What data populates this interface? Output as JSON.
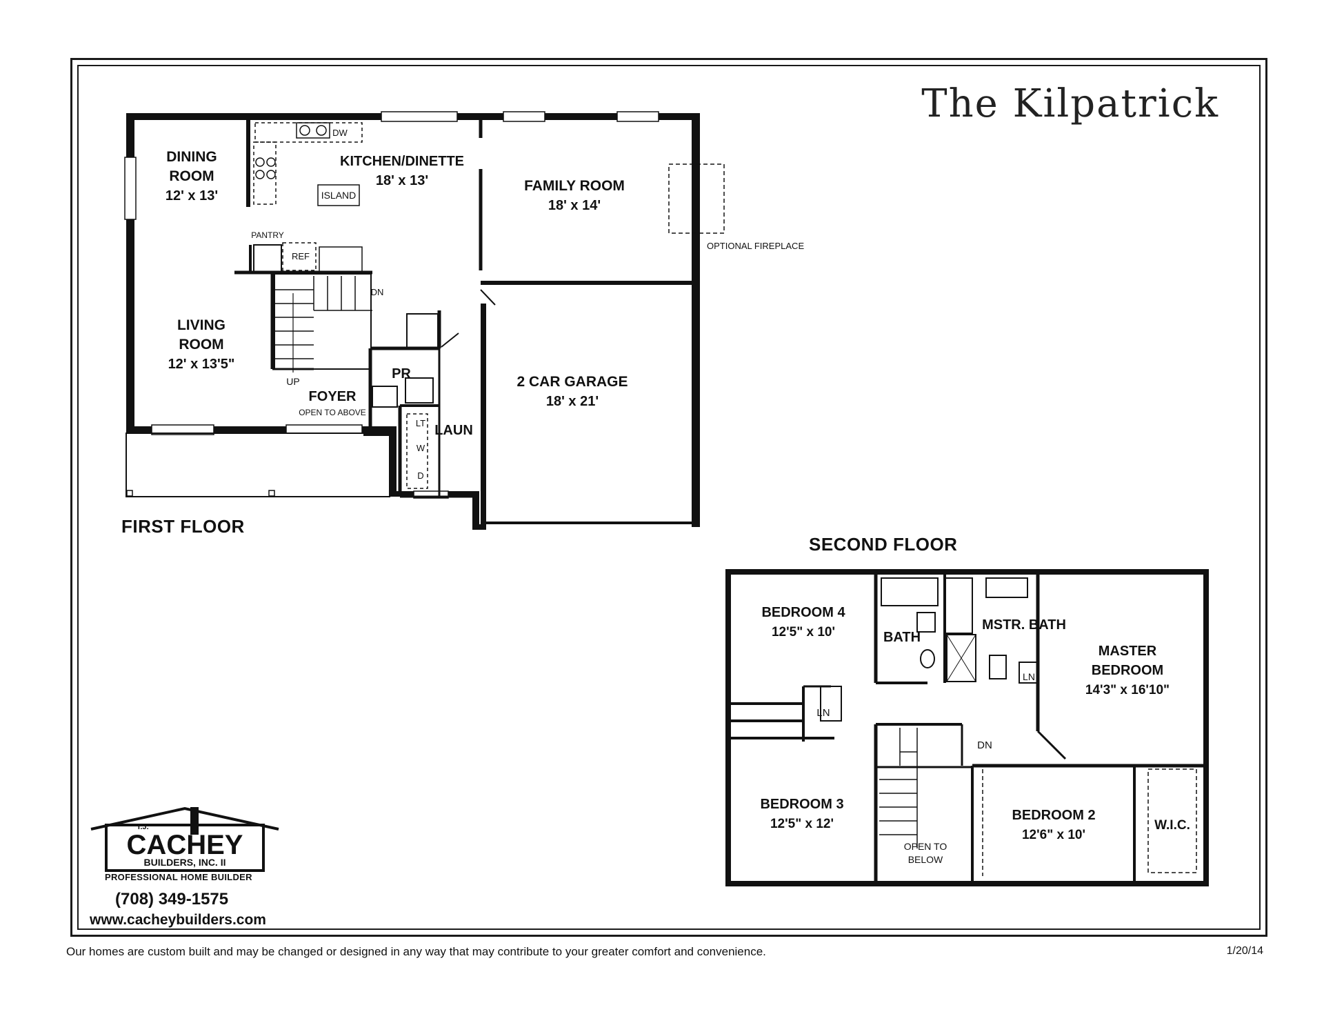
{
  "title": "The Kilpatrick",
  "first_floor": {
    "label": "FIRST FLOOR",
    "rooms": {
      "dining_name": "DINING",
      "dining_name2": "ROOM",
      "dining_size": "12' x 13'",
      "kitchen_name": "KITCHEN/DINETTE",
      "kitchen_size": "18' x 13'",
      "family_name": "FAMILY ROOM",
      "family_size": "18' x 14'",
      "living_name": "LIVING",
      "living_name2": "ROOM",
      "living_size": "12' x 13'5\"",
      "foyer_name": "FOYER",
      "foyer_note": "OPEN TO ABOVE",
      "garage_name": "2 CAR GARAGE",
      "garage_size": "18' x 21'",
      "pr": "PR",
      "laun": "LAUN"
    },
    "fixtures": {
      "dw": "DW",
      "island": "ISLAND",
      "pantry": "PANTRY",
      "ref": "REF",
      "dn": "DN",
      "up": "UP",
      "lt": "LT",
      "w": "W",
      "d": "D",
      "optional_fireplace": "OPTIONAL FIREPLACE"
    }
  },
  "second_floor": {
    "label": "SECOND FLOOR",
    "rooms": {
      "bed4_name": "BEDROOM 4",
      "bed4_size": "12'5\" x 10'",
      "bath": "BATH",
      "mstr_bath": "MSTR. BATH",
      "master_name": "MASTER",
      "master_name2": "BEDROOM",
      "master_size": "14'3\" x 16'10\"",
      "bed3_name": "BEDROOM 3",
      "bed3_size": "12'5\" x 12'",
      "bed2_name": "BEDROOM 2",
      "bed2_size": "12'6\" x 10'",
      "wic": "W.I.C.",
      "open_below": "OPEN TO",
      "open_below2": "BELOW",
      "ln1": "LN",
      "ln2": "LN",
      "dn": "DN"
    }
  },
  "logo": {
    "tj": "T.J.",
    "name": "CACHEY",
    "sub": "BUILDERS, INC. II",
    "tagline": "PROFESSIONAL HOME BUILDER",
    "phone": "(708) 349-1575",
    "web": "www.cacheybuilders.com"
  },
  "footer": {
    "note": "Our homes are custom built and may be changed or designed in any way that may contribute to your greater comfort and convenience.",
    "date": "1/20/14"
  }
}
